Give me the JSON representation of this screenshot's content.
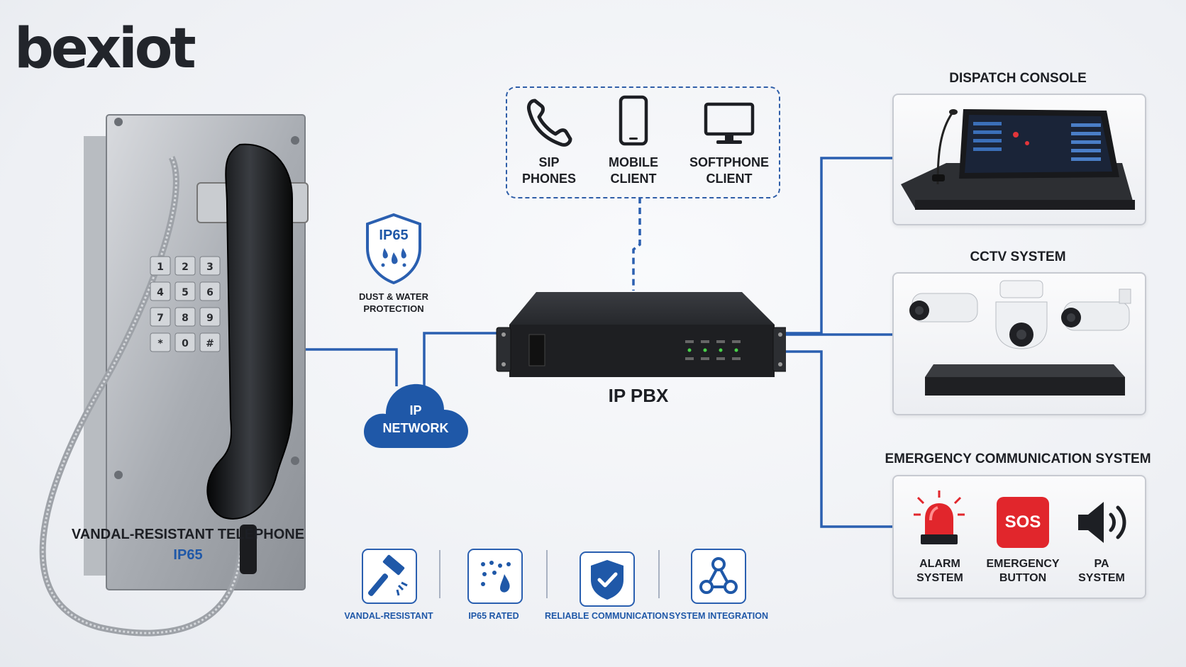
{
  "brand": {
    "logo_text": "bexiot",
    "accent": "#d9262b"
  },
  "colors": {
    "line": "#2a5fb0",
    "text": "#1d1f24",
    "accent_blue": "#1f58a8"
  },
  "phone": {
    "title": "VANDAL-RESISTANT TELEPHONE",
    "rating": "IP65",
    "keys": [
      "1",
      "2",
      "3",
      "4",
      "5",
      "6",
      "7",
      "8",
      "9",
      "*",
      "0",
      "#"
    ]
  },
  "badge": {
    "label": "IP65",
    "caption_line1": "DUST & WATER",
    "caption_line2": "PROTECTION",
    "icon": "water-drop-shield-icon"
  },
  "cloud": {
    "line1": "IP",
    "line2": "NETWORK"
  },
  "pbx": {
    "title": "IP PBX"
  },
  "clients": [
    {
      "line1": "SIP",
      "line2": "PHONES",
      "icon": "handset-icon"
    },
    {
      "line1": "MOBILE",
      "line2": "CLIENT",
      "icon": "smartphone-icon"
    },
    {
      "line1": "SOFTPHONE",
      "line2": "CLIENT",
      "icon": "monitor-icon"
    }
  ],
  "dispatch": {
    "title": "DISPATCH CONSOLE"
  },
  "cctv": {
    "title": "CCTV SYSTEM"
  },
  "emergency": {
    "title": "EMERGENCY COMMUNICATION SYSTEM",
    "items": [
      {
        "line1": "ALARM",
        "line2": "SYSTEM",
        "icon": "siren-icon"
      },
      {
        "line1": "EMERGENCY",
        "line2": "BUTTON",
        "icon": "sos-button-icon",
        "badge": "SOS"
      },
      {
        "line1": "PA",
        "line2": "SYSTEM",
        "icon": "speaker-icon"
      }
    ]
  },
  "features": [
    {
      "label": "VANDAL-RESISTANT",
      "icon": "hammer-icon"
    },
    {
      "label": "IP65 RATED",
      "icon": "water-drops-icon"
    },
    {
      "label": "RELIABLE COMMUNICATION",
      "icon": "shield-check-icon"
    },
    {
      "label": "SYSTEM INTEGRATION",
      "icon": "network-nodes-icon"
    }
  ]
}
